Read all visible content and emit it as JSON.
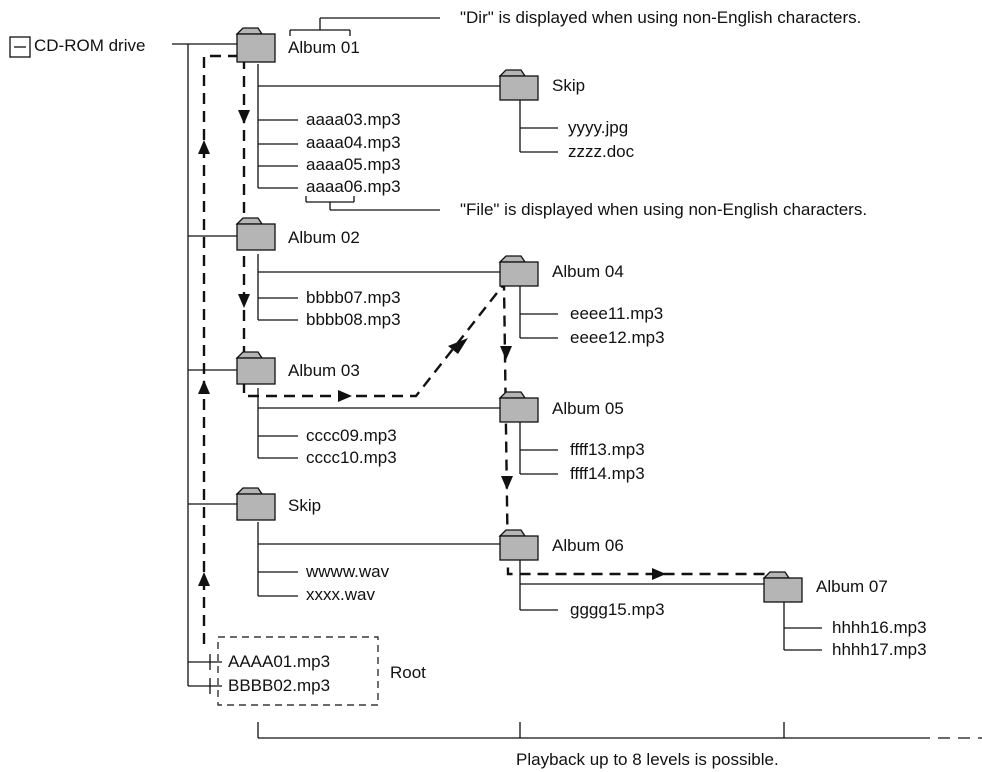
{
  "root_label": "CD-ROM drive",
  "root_group_label": "Root",
  "notes": {
    "dir": "\"Dir\" is displayed when using non-English characters.",
    "file": "\"File\" is displayed when using non-English characters.",
    "levels": "Playback up to 8 levels is possible."
  },
  "folders": {
    "album01": "Album 01",
    "skip1": "Skip",
    "album02": "Album 02",
    "album04": "Album 04",
    "album03": "Album 03",
    "album05": "Album 05",
    "skip2": "Skip",
    "album06": "Album 06",
    "album07": "Album 07"
  },
  "files": {
    "aaaa03": "aaaa03.mp3",
    "aaaa04": "aaaa04.mp3",
    "aaaa05": "aaaa05.mp3",
    "aaaa06": "aaaa06.mp3",
    "yyyy": "yyyy.jpg",
    "zzzz": "zzzz.doc",
    "bbbb07": "bbbb07.mp3",
    "bbbb08": "bbbb08.mp3",
    "eeee11": "eeee11.mp3",
    "eeee12": "eeee12.mp3",
    "cccc09": "cccc09.mp3",
    "cccc10": "cccc10.mp3",
    "ffff13": "ffff13.mp3",
    "ffff14": "ffff14.mp3",
    "wwww": "wwww.wav",
    "xxxx": "xxxx.wav",
    "gggg15": "gggg15.mp3",
    "hhhh16": "hhhh16.mp3",
    "hhhh17": "hhhh17.mp3",
    "AAAA01": "AAAA01.mp3",
    "BBBB02": "BBBB02.mp3"
  },
  "colors": {
    "folder_fill": "#b5b5b5",
    "line": "#111111"
  }
}
